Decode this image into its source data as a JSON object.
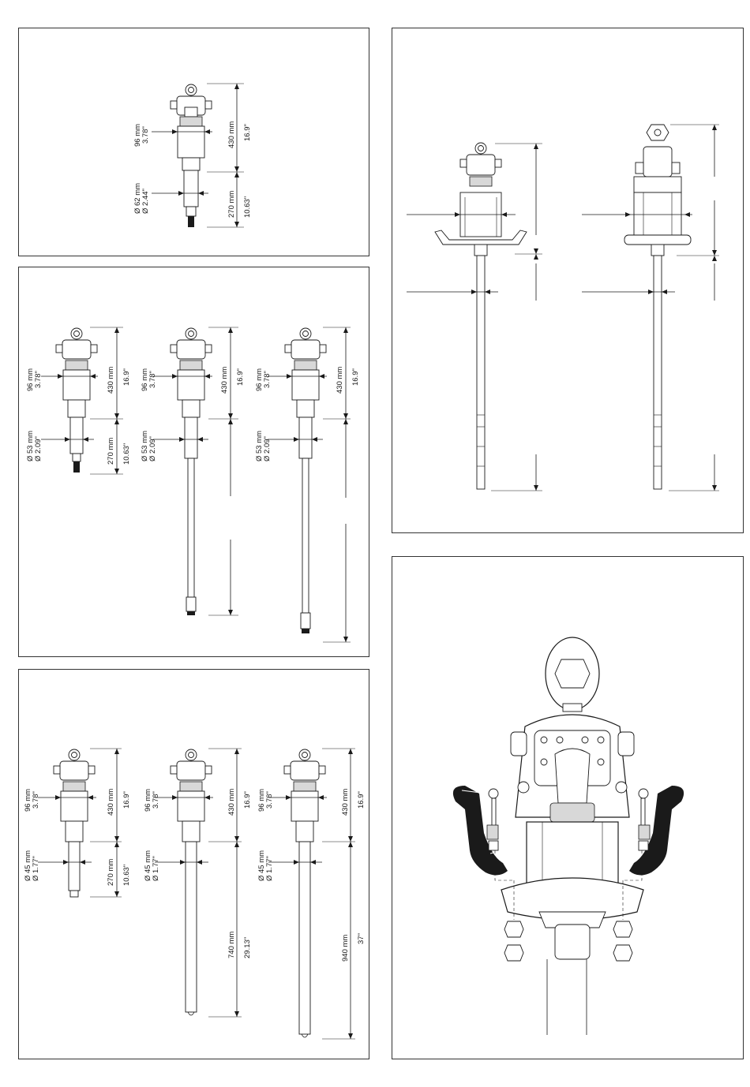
{
  "panel1": {
    "label_a": "96 mm",
    "label_a_in": "3.78\"",
    "label_b": "430 mm",
    "label_b_in": "16.9\"",
    "label_c": "Ø 62 mm",
    "label_c_in": "Ø 2.44\"",
    "label_d": "270 mm",
    "label_d_in": "10.63\""
  },
  "panel2": {
    "pumps": [
      {
        "a": "96 mm",
        "a_in": "3.78\"",
        "b": "430 mm",
        "b_in": "16.9\"",
        "c": "Ø 53 mm",
        "c_in": "Ø 2.09\"",
        "d": "270 mm",
        "d_in": "10.63\""
      },
      {
        "a": "96 mm",
        "a_in": "3.78\"",
        "b": "430 mm",
        "b_in": "16.9\"",
        "c": "Ø 53 mm",
        "c_in": "Ø 2.09\""
      },
      {
        "a": "96 mm",
        "a_in": "3.78\"",
        "b": "430 mm",
        "b_in": "16.9\"",
        "c": "Ø 53 mm",
        "c_in": "Ø 2.09\""
      }
    ]
  },
  "panel3": {
    "pumps": [
      {
        "a": "96 mm",
        "a_in": "3.78\"",
        "b": "430 mm",
        "b_in": "16.9\"",
        "c": "Ø 45 mm",
        "c_in": "Ø 1.77\"",
        "d": "270 mm",
        "d_in": "10.63\""
      },
      {
        "a": "96 mm",
        "a_in": "3.78\"",
        "b": "430 mm",
        "b_in": "16.9\"",
        "c": "Ø 45 mm",
        "c_in": "Ø 1.77\"",
        "d": "740 mm",
        "d_in": "29.13\""
      },
      {
        "a": "96 mm",
        "a_in": "3.78\"",
        "b": "430 mm",
        "b_in": "16.9\"",
        "c": "Ø 45 mm",
        "c_in": "Ø 1.77\"",
        "d": "940 mm",
        "d_in": "37\""
      }
    ]
  },
  "colors": {
    "line": "#1a1a1a",
    "border": "#333333",
    "background": "#ffffff"
  }
}
